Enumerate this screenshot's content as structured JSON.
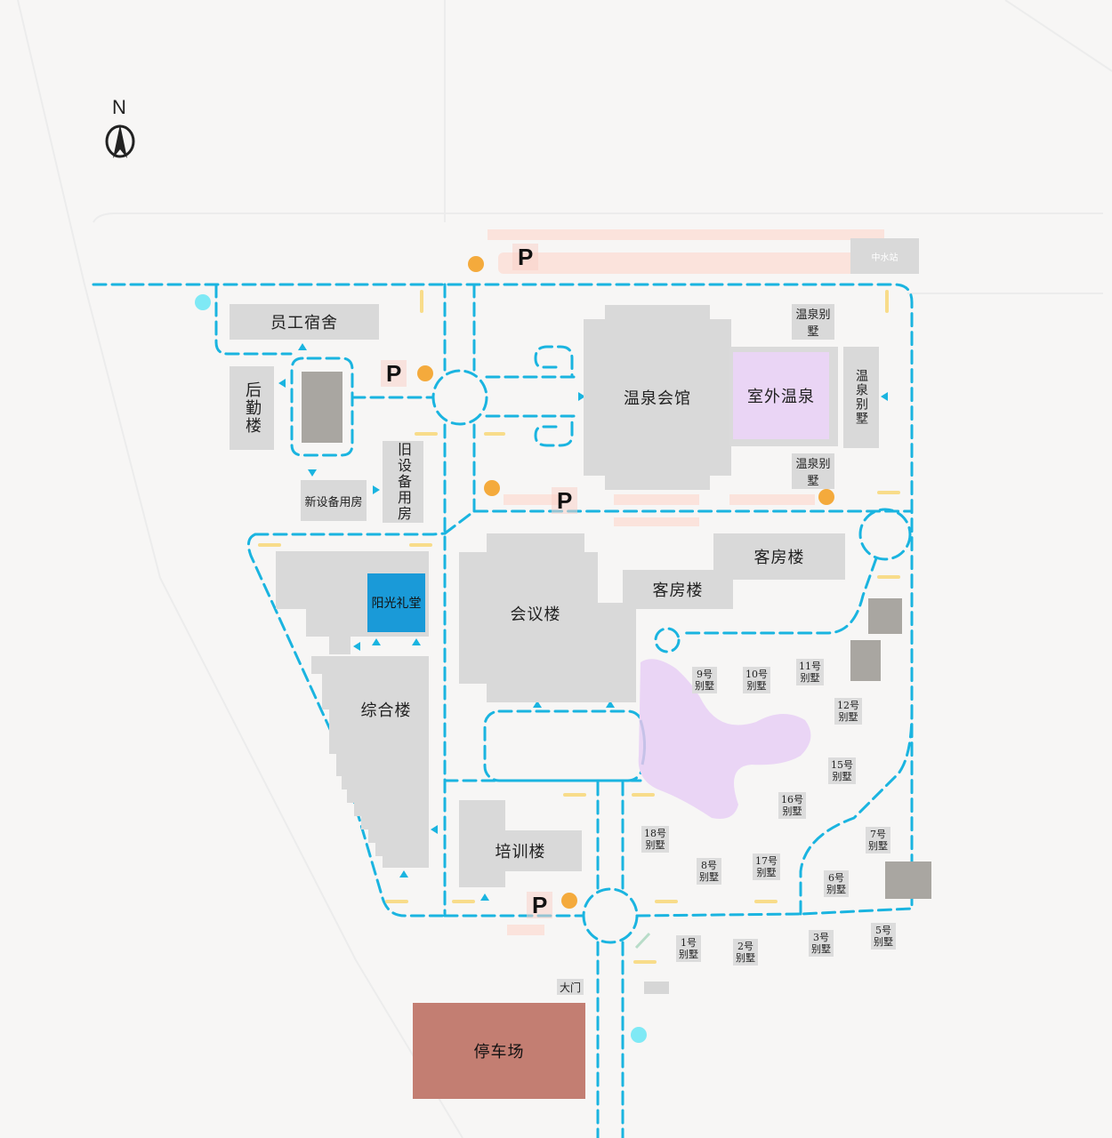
{
  "north": "N",
  "colors": {
    "background": "#f7f6f5",
    "road": "#1ab4e0",
    "building": "#d9d9d9",
    "dark_building": "#a9a6a1",
    "hot_spring": "#ead5f5",
    "chapel": "#1a9ad8",
    "parking_lot": "#c37e72",
    "marker_orange": "#f4aa3c",
    "marker_cyan": "#7fe9f5",
    "curb": "#f8dc8a"
  },
  "buildings": {
    "staff_dorm": "员工宿舍",
    "logistics": "后勤楼",
    "new_equipment": "新设备用房",
    "old_equipment": "旧设备用房",
    "spring_club": "温泉会馆",
    "outdoor_spring": "室外温泉",
    "spring_villa_top": "温泉别墅",
    "spring_villa_right": "温泉别墅",
    "spring_villa_bottom": "温泉别墅",
    "water_station": "中水站",
    "guest_building_1": "客房楼",
    "guest_building_2": "客房楼",
    "conference": "会议楼",
    "sunshine_hall": "阳光礼堂",
    "complex": "综合楼",
    "training": "培训楼",
    "parking_lot": "停车场",
    "main_gate": "大门"
  },
  "villas": [
    {
      "num": "9号",
      "label": "别墅"
    },
    {
      "num": "10号",
      "label": "别墅"
    },
    {
      "num": "11号",
      "label": "别墅"
    },
    {
      "num": "12号",
      "label": "别墅"
    },
    {
      "num": "15号",
      "label": "别墅"
    },
    {
      "num": "16号",
      "label": "别墅"
    },
    {
      "num": "18号",
      "label": "别墅"
    },
    {
      "num": "8号",
      "label": "别墅"
    },
    {
      "num": "17号",
      "label": "别墅"
    },
    {
      "num": "7号",
      "label": "别墅"
    },
    {
      "num": "6号",
      "label": "别墅"
    },
    {
      "num": "1号",
      "label": "别墅"
    },
    {
      "num": "2号",
      "label": "别墅"
    },
    {
      "num": "3号",
      "label": "别墅"
    },
    {
      "num": "5号",
      "label": "别墅"
    }
  ],
  "parking_sign": "P"
}
